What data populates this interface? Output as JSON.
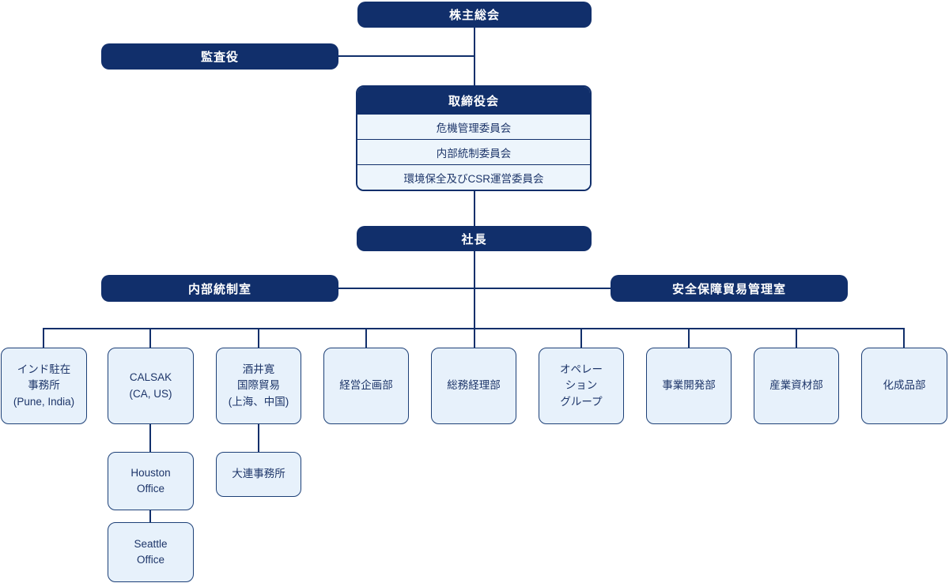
{
  "palette": {
    "navy": "#112f6b",
    "light_box_bg": "#e7f1fb",
    "committee_row_bg": "#edf5fc",
    "light_box_border": "#1d4077",
    "light_box_text": "#1d3569",
    "pill_text": "#ffffff"
  },
  "org": {
    "shareholders": {
      "label": "株主総会"
    },
    "auditor": {
      "label": "監査役"
    },
    "board": {
      "label": "取締役会",
      "committees": [
        {
          "label": "危機管理委員会"
        },
        {
          "label": "内部統制委員会"
        },
        {
          "label": "環境保全及びCSR運営委員会"
        }
      ]
    },
    "president": {
      "label": "社長"
    },
    "internal_control_office": {
      "label": "内部統制室"
    },
    "security_trade_office": {
      "label": "安全保障貿易管理室"
    },
    "departments": [
      {
        "label": "インド駐在\n事務所\n(Pune, India)"
      },
      {
        "label": "CALSAK\n(CA, US)"
      },
      {
        "label": "酒井寛\n国際貿易\n(上海、中国)"
      },
      {
        "label": "経営企画部"
      },
      {
        "label": "総務経理部"
      },
      {
        "label": "オペレー\nション\nグループ"
      },
      {
        "label": "事業開発部"
      },
      {
        "label": "産業資材部"
      },
      {
        "label": "化成品部"
      }
    ],
    "sub_offices": {
      "houston": {
        "label": "Houston\nOffice"
      },
      "seattle": {
        "label": "Seattle\nOffice"
      },
      "dalian": {
        "label": "大連事務所"
      }
    }
  }
}
